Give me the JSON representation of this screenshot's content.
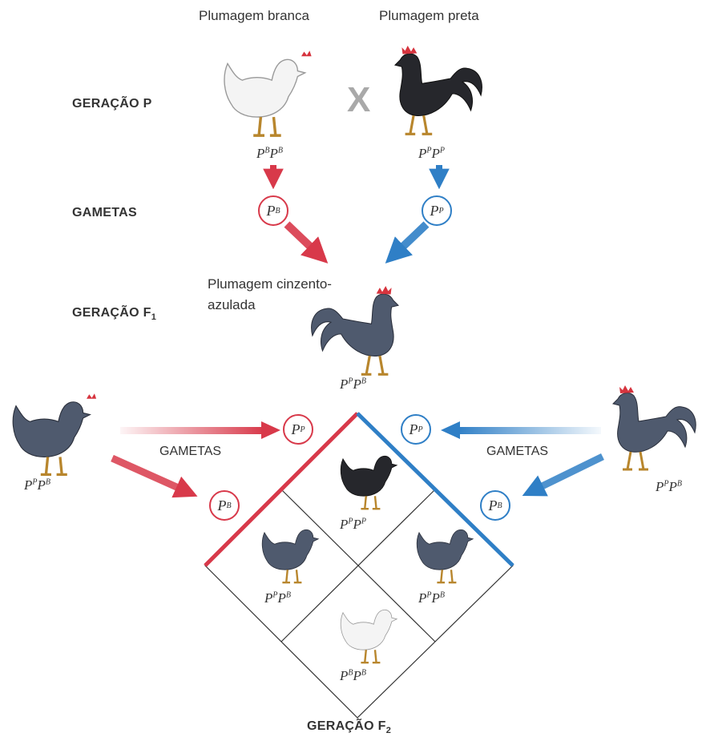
{
  "labels": {
    "white_plumage": "Plumagem branca",
    "black_plumage": "Plumagem preta",
    "cross": "X",
    "gen_p": "GERAÇÃO P",
    "gametes": "GAMETAS",
    "gen_f1": "GERAÇÃO F",
    "gen_f1_sub": "1",
    "f1_plumage_line1": "Plumagem cinzento-",
    "f1_plumage_line2": "azulada",
    "gametes_left": "GAMETAS",
    "gametes_right": "GAMETAS",
    "gen_f2": "GERAÇÃO F",
    "gen_f2_sub": "2"
  },
  "alleles": {
    "base": "P",
    "white": "B",
    "black": "P"
  },
  "colors": {
    "red": "#d8394a",
    "blue": "#2f7fc6",
    "grey_blue": "#4f5a6e",
    "black": "#26272c",
    "white": "#f4f4f4",
    "comb": "#d6343e"
  }
}
